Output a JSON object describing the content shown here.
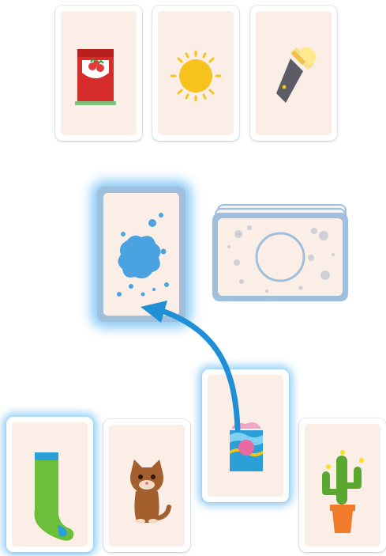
{
  "top_row": [
    {
      "id": "jam",
      "icon": "jam-jar-icon"
    },
    {
      "id": "sun",
      "icon": "sun-icon"
    },
    {
      "id": "flashlight",
      "icon": "flashlight-icon"
    }
  ],
  "discard_pile": {
    "top_card": {
      "id": "water",
      "icon": "water-splash-icon"
    },
    "state": "selected"
  },
  "draw_deck": {
    "card_back_icon": "moon-crater-icon"
  },
  "hand": [
    {
      "id": "sock",
      "icon": "sock-icon",
      "state": "glow"
    },
    {
      "id": "cat",
      "icon": "cat-icon",
      "state": "normal"
    },
    {
      "id": "detergent",
      "icon": "detergent-box-icon",
      "state": "glow"
    },
    {
      "id": "cactus",
      "icon": "cactus-icon",
      "state": "normal"
    }
  ],
  "move_hint": {
    "from": "detergent",
    "to": "water",
    "icon": "play-arrow-icon"
  },
  "colors": {
    "card_face": "#fbeee6",
    "card_border_selected": "#9fbfdc",
    "glow": "#78c3f5",
    "arrow": "#1f8fd6",
    "water": "#4aa3e0"
  }
}
